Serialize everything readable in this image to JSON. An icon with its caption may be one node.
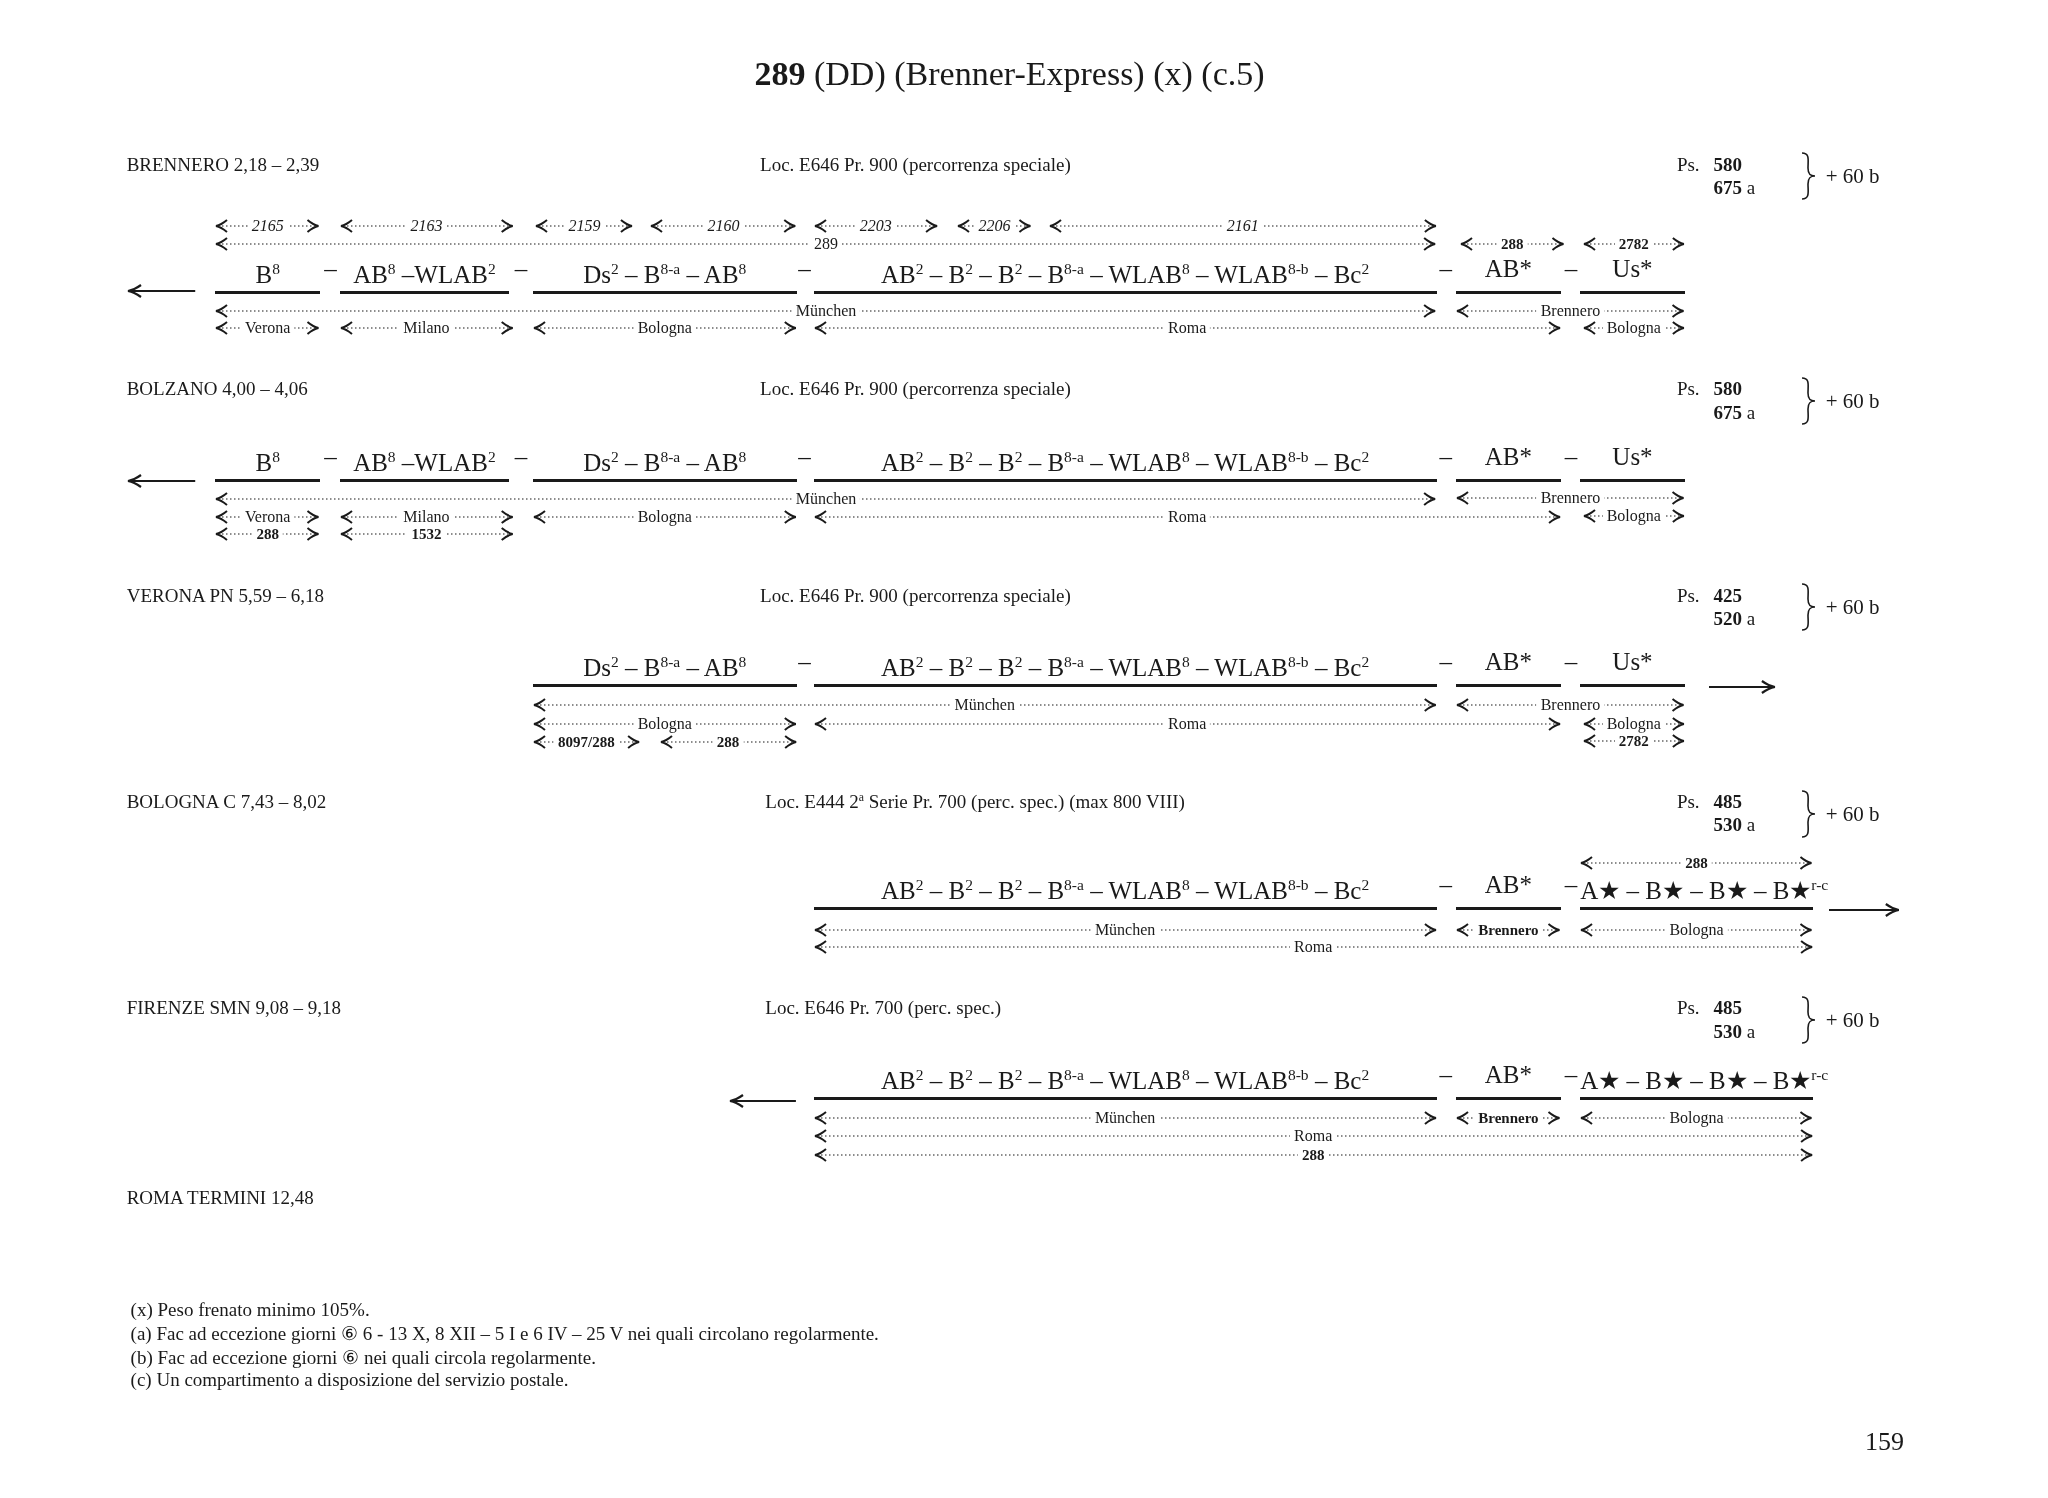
{
  "diagram": {
    "title": "**289** (DD) (Brenner-Express) (x) (c.5)",
    "labels": [
      "BRENNERO 2,18 – 2,39",
      "Loc. E646 Pr. 900 (percorrenza speciale)",
      "Ps.",
      "580",
      "**675** a",
      "+ 60 b",
      "2165",
      "2163",
      "2159",
      "2160",
      "2203",
      "2206",
      "2161",
      "289",
      "288",
      "2782",
      "B$^{8}$",
      "–",
      "AB$^{8}$ –WLAB$^{2}$",
      "–",
      "Ds$^{2}$ – B$^{8-a}$ – AB$^{8}$",
      "–",
      "AB$^{2}$ – B$^{2}$ – B$^{2}$ – B$^{8-a}$ – WLAB$^{8}$ – WLAB$^{8-b}$ – Bc$^{2}$",
      "–",
      "AB*",
      "–",
      "Us*",
      "München",
      "Brennero",
      "Verona",
      "Milano",
      "Bologna",
      "Roma",
      "Bologna",
      "BOLZANO 4,00 – 4,06",
      "Loc. E646 Pr. 900 (percorrenza speciale)",
      "Ps.",
      "580",
      "**675** a",
      "+ 60 b",
      "B$^{8}$",
      "–",
      "AB$^{8}$ –WLAB$^{2}$",
      "–",
      "Ds$^{2}$ – B$^{8-a}$ – AB$^{8}$",
      "–",
      "AB$^{2}$ – B$^{2}$ – B$^{2}$ – B$^{8-a}$ – WLAB$^{8}$ – WLAB$^{8-b}$ – Bc$^{2}$",
      "–",
      "AB*",
      "–",
      "Us*",
      "München",
      "Brennero",
      "Verona",
      "Milano",
      "Bologna",
      "Roma",
      "Bologna",
      "288",
      "1532",
      "VERONA PN 5,59 – 6,18",
      "Loc. E646 Pr. 900 (percorrenza speciale)",
      "Ps.",
      "425",
      "**520** a",
      "+ 60 b",
      "Ds$^{2}$ – B$^{8-a}$ – AB$^{8}$",
      "–",
      "AB$^{2}$ – B$^{2}$ – B$^{2}$ – B$^{8-a}$ – WLAB$^{8}$ – WLAB$^{8-b}$ – Bc$^{2}$",
      "–",
      "AB*",
      "–",
      "Us*",
      "München",
      "Brennero",
      "Bologna",
      "Roma",
      "Bologna",
      "8097/288",
      "288",
      "2782",
      "BOLOGNA C 7,43 – 8,02",
      "Loc. E444 2$^{a}$ Serie Pr. 700 (perc. spec.) (max 800 VIII)",
      "Ps.",
      "485",
      "**530** a",
      "+ 60 b",
      "288",
      "AB$^{2}$ – B$^{2}$ – B$^{2}$ – B$^{8-a}$ – WLAB$^{8}$ – WLAB$^{8-b}$ – Bc$^{2}$",
      "–",
      "AB*",
      "–",
      "A★ – B★ – B★ – B★$^{r-c}$",
      "München",
      "Brennero",
      "Bologna",
      "Roma",
      "FIRENZE SMN 9,08 – 9,18",
      "Loc. E646 Pr. 700 (perc. spec.)",
      "Ps.",
      "485",
      "**530** a",
      "+ 60 b",
      "AB$^{2}$ – B$^{2}$ – B$^{2}$ – B$^{8-a}$ – WLAB$^{8}$ – WLAB$^{8-b}$ – Bc$^{2}$",
      "–",
      "AB*",
      "–",
      "A★ – B★ – B★ – B★$^{r-c}$",
      "München",
      "Brennero",
      "Bologna",
      "Roma",
      "288",
      "ROMA TERMINI 12,48",
      "(x) Peso frenato minimo 105%.",
      "(a) Fac ad eccezione giorni ⑥ 6 - 13 X, 8 XII – 5 I e 6 IV – 25 V nei quali circolano regolarmente.",
      "(b) Fac ad eccezione giorni ⑥ nei quali circola regolarmente.",
      "(c) Un compartimento a disposizione del servizio postale.",
      "159"
    ]
  }
}
